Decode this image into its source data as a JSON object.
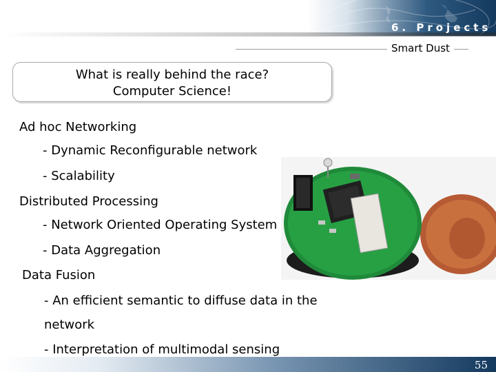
{
  "header": {
    "section_title": "6. Projects",
    "subtitle": "Smart Dust",
    "colors": {
      "bar_dark": "#13395e",
      "bar_mid": "#2f5a80"
    }
  },
  "callout": {
    "line1": "What is really behind the race?",
    "line2": "Computer Science!"
  },
  "bullets": {
    "adhoc": "Ad hoc Networking",
    "adhoc_items": [
      "-  Dynamic Reconfigurable network",
      "-  Scalability"
    ],
    "distributed": "Distributed Processing",
    "distributed_items": [
      "-  Network Oriented Operating System",
      "-  Data Aggregation"
    ],
    "fusion": "Data Fusion",
    "fusion_items": [
      "- An efficient semantic to diffuse data in the",
      "network",
      "- Interpretation of multimodal sensing"
    ]
  },
  "photo": {
    "icon": "smart-dust-mote-photo"
  },
  "footer": {
    "page_number": "55"
  }
}
